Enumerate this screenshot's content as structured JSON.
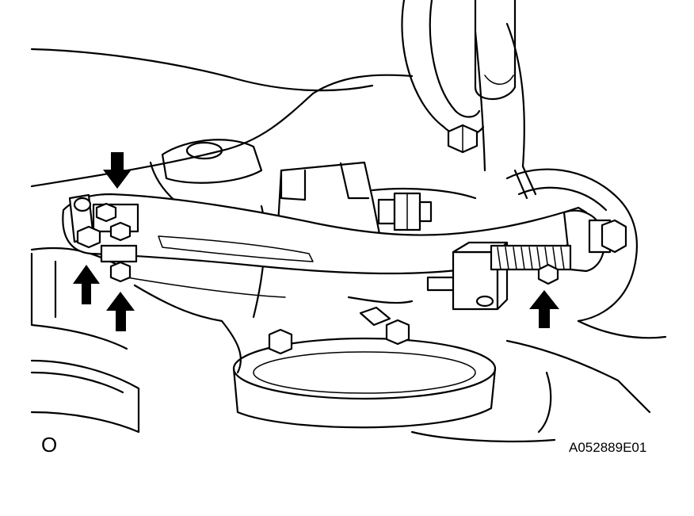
{
  "figure": {
    "view_label": "O",
    "code": "A052889E01"
  },
  "arrows": [
    {
      "direction": "down"
    },
    {
      "direction": "up"
    },
    {
      "direction": "up"
    },
    {
      "direction": "up"
    }
  ],
  "colors": {
    "line": "#000000",
    "background": "#ffffff"
  }
}
